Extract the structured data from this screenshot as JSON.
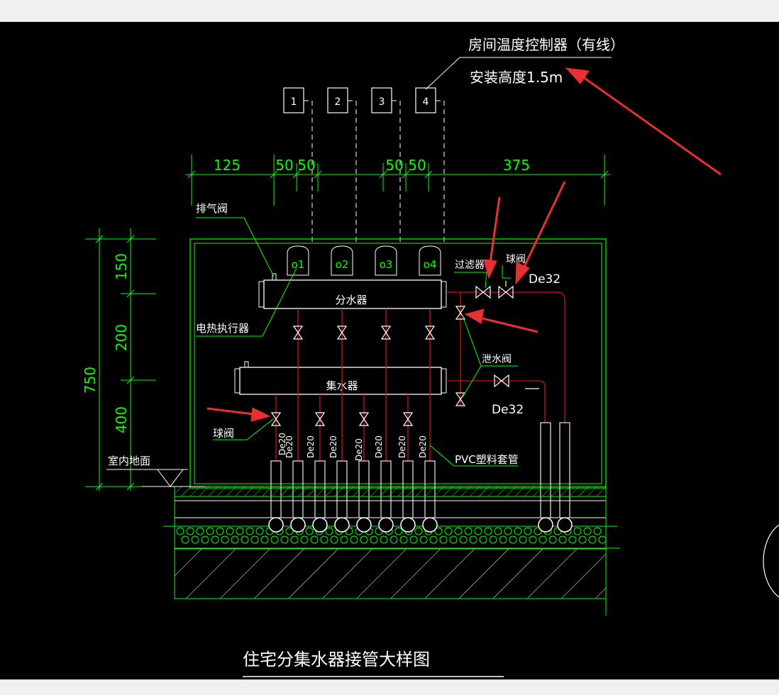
{
  "drawing": {
    "controller_label": "房间温度控制器（有线）",
    "install_height": "安装高度1.5m",
    "controllers": [
      "1",
      "2",
      "3",
      "4"
    ],
    "loop_labels": [
      "o1",
      "o2",
      "o3",
      "o4"
    ],
    "dims_top": [
      "125",
      "50",
      "50",
      "50",
      "50",
      "375"
    ],
    "dims_left": [
      "150",
      "200",
      "400"
    ],
    "dim_total": "750",
    "labels": {
      "air_vent": "排气阀",
      "actuator": "电热执行器",
      "distributor": "分水器",
      "collector": "集水器",
      "filter": "过滤器",
      "ball_valve_top": "球阀",
      "de32_top": "De32",
      "drain_valve": "泄水阀",
      "de32_bottom": "De32",
      "ball_valve_left": "球阀",
      "floor": "室内地面",
      "pvc": "PVC塑料套管",
      "pipe_size": "De20"
    },
    "title": "住宅分集水器接管大样图"
  },
  "colors": {
    "background": "#000000",
    "line_green": "#00ff00",
    "line_white": "#ffffff",
    "pipe_red": "#c81414",
    "text_white": "#ffffff",
    "annotation_red": "#e83030"
  }
}
